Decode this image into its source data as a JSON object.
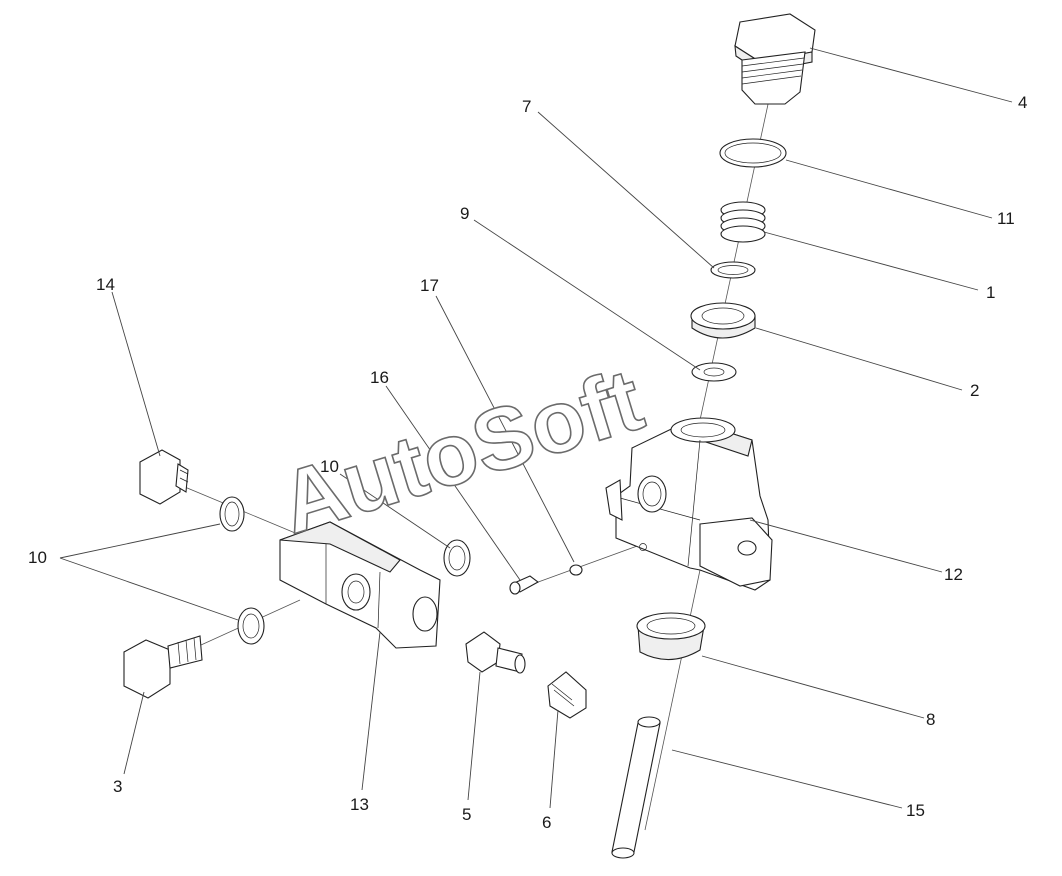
{
  "diagram": {
    "watermark": "AutoSoft",
    "callouts": [
      {
        "id": "c1",
        "label": "1"
      },
      {
        "id": "c2",
        "label": "2"
      },
      {
        "id": "c3",
        "label": "3"
      },
      {
        "id": "c4",
        "label": "4"
      },
      {
        "id": "c5",
        "label": "5"
      },
      {
        "id": "c6",
        "label": "6"
      },
      {
        "id": "c7",
        "label": "7"
      },
      {
        "id": "c8",
        "label": "8"
      },
      {
        "id": "c9",
        "label": "9"
      },
      {
        "id": "c10a",
        "label": "10"
      },
      {
        "id": "c10b",
        "label": "10"
      },
      {
        "id": "c11",
        "label": "11"
      },
      {
        "id": "c12",
        "label": "12"
      },
      {
        "id": "c13",
        "label": "13"
      },
      {
        "id": "c14",
        "label": "14"
      },
      {
        "id": "c15",
        "label": "15"
      },
      {
        "id": "c16",
        "label": "16"
      },
      {
        "id": "c17",
        "label": "17"
      }
    ]
  }
}
